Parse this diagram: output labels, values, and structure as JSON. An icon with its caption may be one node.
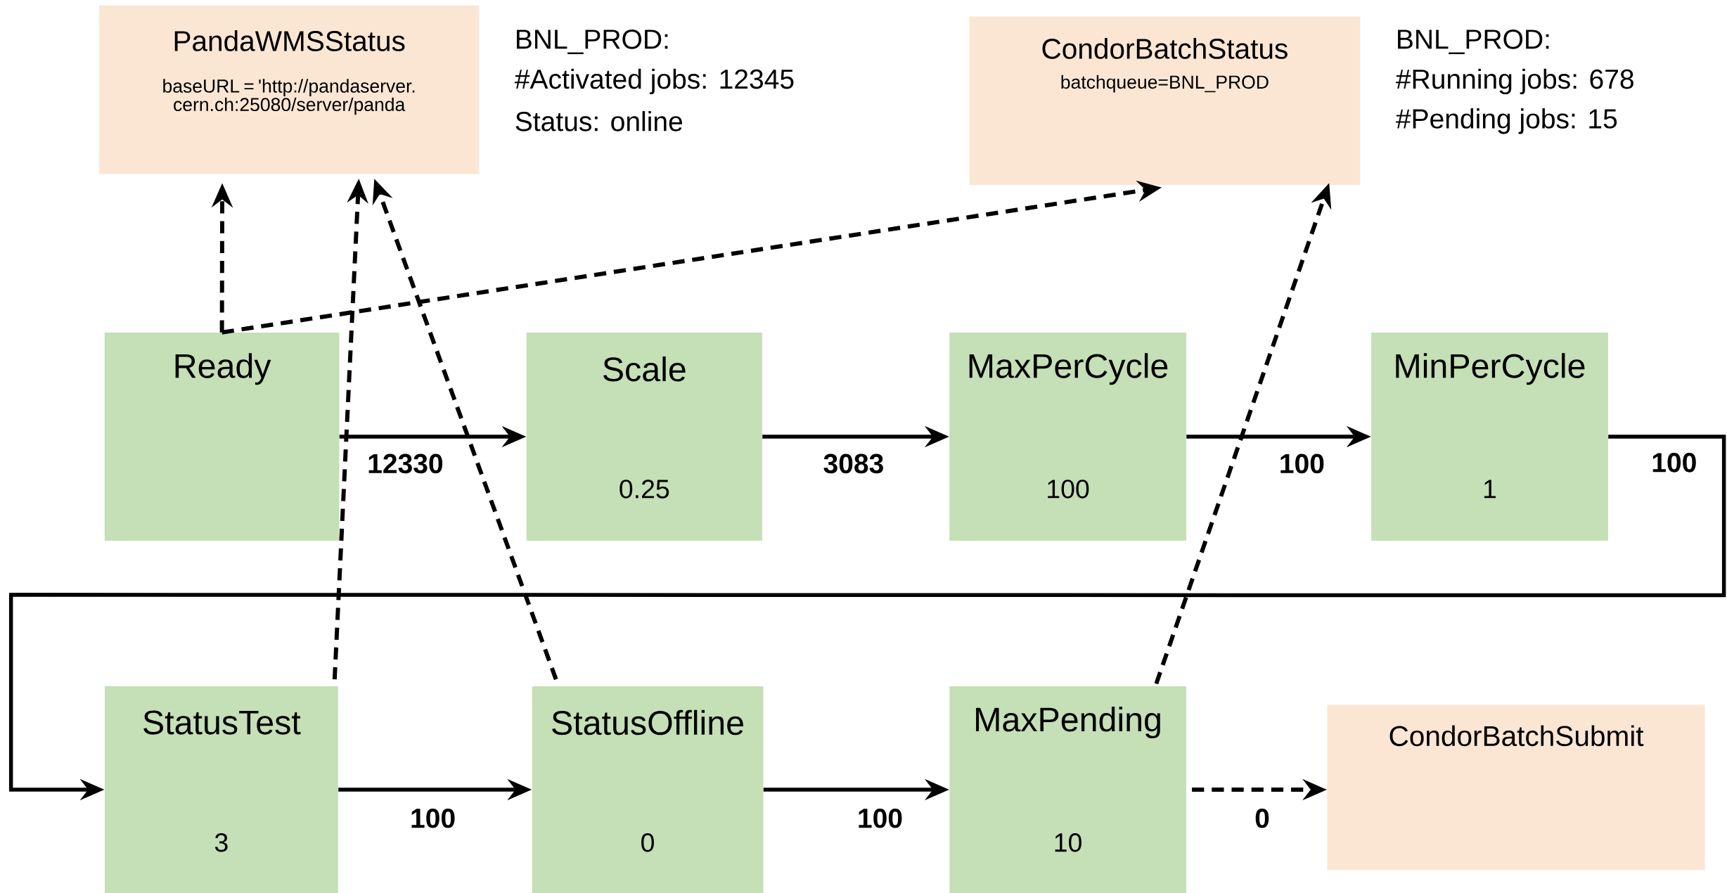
{
  "diagram": {
    "nodes": [
      {
        "text": [
          "PandaWMSStatus",
          "baseURL = 'http://pandaserver.cern.ch:25080/server/panda"
        ],
        "beside": [
          "BNL_PROD:",
          "#Activated jobs: 12345",
          "Status: online"
        ]
      },
      {
        "text": [
          "CondorBatchStatus",
          "batchqueue=BNL_PROD"
        ],
        "beside": [
          "BNL_PROD:",
          "#Running jobs:  678",
          "#Pending jobs: 15"
        ]
      },
      {
        "text": [
          "Ready"
        ]
      },
      {
        "text": [
          "Scale",
          "0.25"
        ]
      },
      {
        "text": [
          "MaxPerCycle",
          "100"
        ]
      },
      {
        "text": [
          "MinPerCycle",
          "1"
        ]
      },
      {
        "text": [
          "StatusTest",
          "3"
        ]
      },
      {
        "text": [
          "StatusOffline",
          "0"
        ]
      },
      {
        "text": [
          "MaxPending",
          "10"
        ]
      },
      {
        "text": [
          "CondorBatchSubmit"
        ]
      }
    ],
    "edges": [
      {
        "from": 2,
        "to": 3,
        "arrow": "to",
        "label": "12330"
      },
      {
        "from": 3,
        "to": 4,
        "arrow": "to",
        "label": "3083"
      },
      {
        "from": 4,
        "to": 5,
        "arrow": "to",
        "label": "100"
      },
      {
        "from": 5,
        "to": 6,
        "arrow": "to",
        "label": "100"
      },
      {
        "from": 6,
        "to": 7,
        "arrow": "to",
        "label": "100"
      },
      {
        "from": 7,
        "to": 8,
        "arrow": "to",
        "label": "100"
      },
      {
        "from": 8,
        "to": 9,
        "arrow": "to",
        "label": "0",
        "style": "dashed"
      },
      {
        "from": 2,
        "to": 0,
        "arrow": "to",
        "style": "dashed"
      },
      {
        "from": 2,
        "to": 1,
        "arrow": "to",
        "style": "dashed"
      },
      {
        "from": 6,
        "to": 0,
        "arrow": "to",
        "style": "dashed"
      },
      {
        "from": 7,
        "to": 0,
        "arrow": "to",
        "style": "dashed"
      },
      {
        "from": 8,
        "to": 1,
        "arrow": "to",
        "style": "dashed"
      }
    ]
  }
}
